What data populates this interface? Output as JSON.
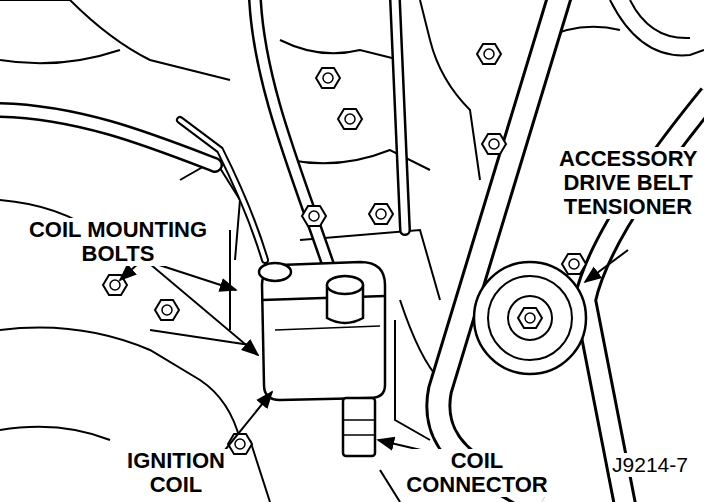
{
  "diagram": {
    "labels": [
      "COIL MOUNTING BOLTS",
      "ACCESSORY DRIVE BELT TENSIONER",
      "IGNITION COIL",
      "COIL CONNECTOR",
      "J9214-7"
    ]
  }
}
